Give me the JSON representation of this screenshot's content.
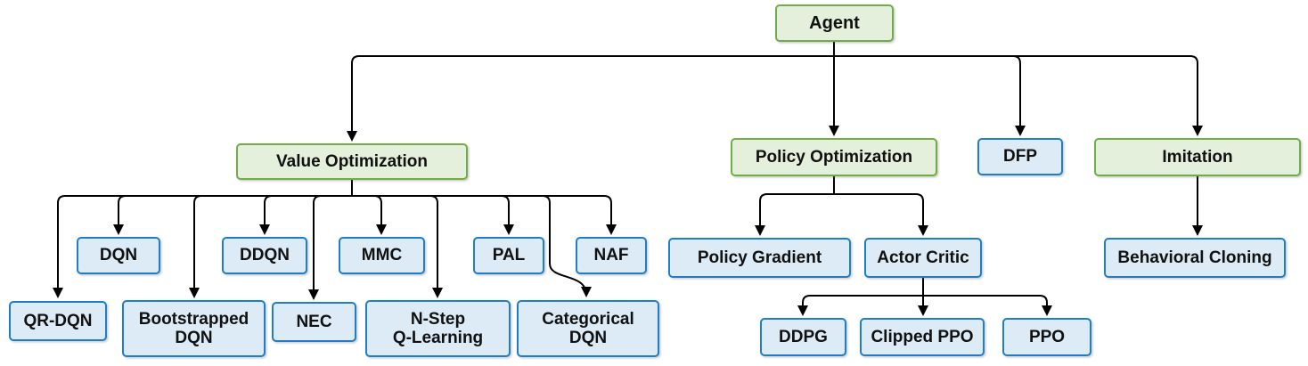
{
  "diagram": {
    "colors": {
      "green_border": "#70AD47",
      "green_fill": "#E4F0DC",
      "blue_border": "#1E7EC8",
      "blue_fill": "#DDEBF7",
      "line": "#000000",
      "text": "#111111"
    },
    "nodes": {
      "agent": {
        "label": "Agent",
        "type": "green"
      },
      "value_optimization": {
        "label": "Value Optimization",
        "type": "green"
      },
      "policy_optimization": {
        "label": "Policy Optimization",
        "type": "green"
      },
      "dfp": {
        "label": "DFP",
        "type": "blue"
      },
      "imitation": {
        "label": "Imitation",
        "type": "green"
      },
      "dqn": {
        "label": "DQN",
        "type": "blue"
      },
      "ddqn": {
        "label": "DDQN",
        "type": "blue"
      },
      "mmc": {
        "label": "MMC",
        "type": "blue"
      },
      "pal": {
        "label": "PAL",
        "type": "blue"
      },
      "naf": {
        "label": "NAF",
        "type": "blue"
      },
      "qr_dqn": {
        "label": "QR-DQN",
        "type": "blue"
      },
      "bootstrapped_dqn": {
        "label": "Bootstrapped\nDQN",
        "type": "blue"
      },
      "nec": {
        "label": "NEC",
        "type": "blue"
      },
      "n_step_q_learning": {
        "label": "N-Step\nQ-Learning",
        "type": "blue"
      },
      "categorical_dqn": {
        "label": "Categorical\nDQN",
        "type": "blue"
      },
      "policy_gradient": {
        "label": "Policy Gradient",
        "type": "blue"
      },
      "actor_critic": {
        "label": "Actor Critic",
        "type": "blue"
      },
      "ddpg": {
        "label": "DDPG",
        "type": "blue"
      },
      "clipped_ppo": {
        "label": "Clipped PPO",
        "type": "blue"
      },
      "ppo": {
        "label": "PPO",
        "type": "blue"
      },
      "behavioral_cloning": {
        "label": "Behavioral Cloning",
        "type": "blue"
      }
    },
    "edges": [
      {
        "from": "agent",
        "to": "value_optimization"
      },
      {
        "from": "agent",
        "to": "policy_optimization"
      },
      {
        "from": "agent",
        "to": "dfp"
      },
      {
        "from": "agent",
        "to": "imitation"
      },
      {
        "from": "value_optimization",
        "to": "qr_dqn"
      },
      {
        "from": "value_optimization",
        "to": "dqn"
      },
      {
        "from": "value_optimization",
        "to": "bootstrapped_dqn"
      },
      {
        "from": "value_optimization",
        "to": "ddqn"
      },
      {
        "from": "value_optimization",
        "to": "nec"
      },
      {
        "from": "value_optimization",
        "to": "mmc"
      },
      {
        "from": "value_optimization",
        "to": "n_step_q_learning"
      },
      {
        "from": "value_optimization",
        "to": "pal"
      },
      {
        "from": "value_optimization",
        "to": "categorical_dqn"
      },
      {
        "from": "value_optimization",
        "to": "naf"
      },
      {
        "from": "policy_optimization",
        "to": "policy_gradient"
      },
      {
        "from": "policy_optimization",
        "to": "actor_critic"
      },
      {
        "from": "actor_critic",
        "to": "ddpg"
      },
      {
        "from": "actor_critic",
        "to": "clipped_ppo"
      },
      {
        "from": "actor_critic",
        "to": "ppo"
      },
      {
        "from": "imitation",
        "to": "behavioral_cloning"
      }
    ]
  }
}
